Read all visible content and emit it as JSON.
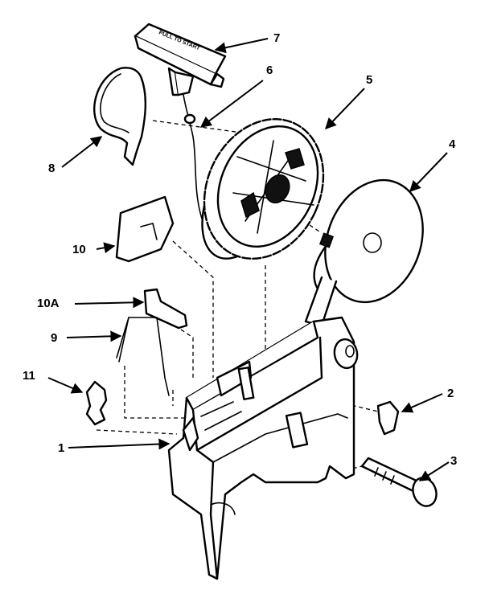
{
  "callouts": {
    "c1": "1",
    "c2": "2",
    "c3": "3",
    "c4": "4",
    "c5": "5",
    "c6": "6",
    "c7": "7",
    "c8": "8",
    "c9": "9",
    "c10": "10",
    "c10a": "10A",
    "c11": "11"
  },
  "handle_text": "PULL TO START",
  "colors": {
    "ink": "#000000",
    "paper": "#ffffff"
  }
}
